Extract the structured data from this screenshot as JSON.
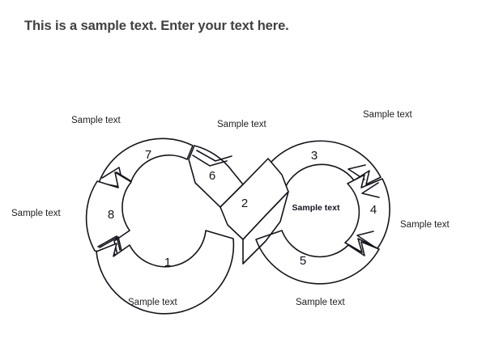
{
  "slide": {
    "background_color": "#ffffff",
    "title": "This is a sample text. Enter your text here."
  },
  "diagram": {
    "type": "infinity-cycle",
    "stroke_color": "#14141e",
    "fill_color": "#ffffff",
    "center_label": "Sample text",
    "segments": [
      {
        "number": "1",
        "position": "left-ring-bottom"
      },
      {
        "number": "2",
        "position": "center-crossing-band"
      },
      {
        "number": "3",
        "position": "right-ring-top"
      },
      {
        "number": "4",
        "position": "right-ring-right"
      },
      {
        "number": "5",
        "position": "right-ring-bottom"
      },
      {
        "number": "6",
        "position": "left-ring-upper-right"
      },
      {
        "number": "7",
        "position": "left-ring-top"
      },
      {
        "number": "8",
        "position": "left-ring-left"
      }
    ],
    "callouts": [
      {
        "id": "callout-top-left",
        "text": "Sample text"
      },
      {
        "id": "callout-top-center",
        "text": "Sample text"
      },
      {
        "id": "callout-top-right",
        "text": "Sample text"
      },
      {
        "id": "callout-left",
        "text": "Sample text"
      },
      {
        "id": "callout-right",
        "text": "Sample text"
      },
      {
        "id": "callout-bottom-left",
        "text": "Sample text"
      },
      {
        "id": "callout-bottom-right",
        "text": "Sample text"
      }
    ]
  }
}
